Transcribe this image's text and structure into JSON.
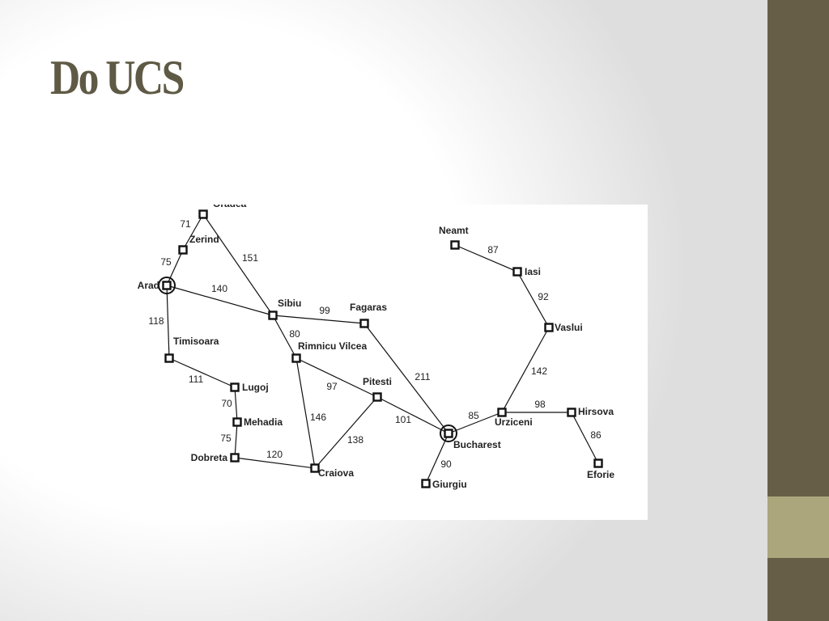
{
  "slide": {
    "title": "Do UCS"
  },
  "map": {
    "nodes": [
      {
        "id": "oradea",
        "label": "Oradea"
      },
      {
        "id": "zerind",
        "label": "Zerind"
      },
      {
        "id": "arad",
        "label": "Arad",
        "circled": true
      },
      {
        "id": "timisoara",
        "label": "Timisoara"
      },
      {
        "id": "lugoj",
        "label": "Lugoj"
      },
      {
        "id": "mehadia",
        "label": "Mehadia"
      },
      {
        "id": "dobreta",
        "label": "Dobreta"
      },
      {
        "id": "craiova",
        "label": "Craiova"
      },
      {
        "id": "sibiu",
        "label": "Sibiu"
      },
      {
        "id": "fagaras",
        "label": "Fagaras"
      },
      {
        "id": "rimnicu",
        "label": "Rimnicu Vilcea"
      },
      {
        "id": "pitesti",
        "label": "Pitesti"
      },
      {
        "id": "bucharest",
        "label": "Bucharest",
        "circled": true
      },
      {
        "id": "giurgiu",
        "label": "Giurgiu"
      },
      {
        "id": "urziceni",
        "label": "Urziceni"
      },
      {
        "id": "hirsova",
        "label": "Hirsova"
      },
      {
        "id": "eforie",
        "label": "Eforie"
      },
      {
        "id": "vaslui",
        "label": "Vaslui"
      },
      {
        "id": "iasi",
        "label": "Iasi"
      },
      {
        "id": "neamt",
        "label": "Neamt"
      }
    ],
    "edges": [
      {
        "from": "oradea",
        "to": "zerind",
        "cost": "71"
      },
      {
        "from": "zerind",
        "to": "arad",
        "cost": "75"
      },
      {
        "from": "oradea",
        "to": "sibiu",
        "cost": "151"
      },
      {
        "from": "arad",
        "to": "sibiu",
        "cost": "140"
      },
      {
        "from": "arad",
        "to": "timisoara",
        "cost": "118"
      },
      {
        "from": "timisoara",
        "to": "lugoj",
        "cost": "111"
      },
      {
        "from": "lugoj",
        "to": "mehadia",
        "cost": "70"
      },
      {
        "from": "mehadia",
        "to": "dobreta",
        "cost": "75"
      },
      {
        "from": "dobreta",
        "to": "craiova",
        "cost": "120"
      },
      {
        "from": "sibiu",
        "to": "fagaras",
        "cost": "99"
      },
      {
        "from": "sibiu",
        "to": "rimnicu",
        "cost": "80"
      },
      {
        "from": "rimnicu",
        "to": "pitesti",
        "cost": "97"
      },
      {
        "from": "rimnicu",
        "to": "craiova",
        "cost": "146"
      },
      {
        "from": "craiova",
        "to": "pitesti",
        "cost": "138"
      },
      {
        "from": "fagaras",
        "to": "bucharest",
        "cost": "211"
      },
      {
        "from": "pitesti",
        "to": "bucharest",
        "cost": "101"
      },
      {
        "from": "bucharest",
        "to": "giurgiu",
        "cost": "90"
      },
      {
        "from": "bucharest",
        "to": "urziceni",
        "cost": "85"
      },
      {
        "from": "urziceni",
        "to": "hirsova",
        "cost": "98"
      },
      {
        "from": "hirsova",
        "to": "eforie",
        "cost": "86"
      },
      {
        "from": "urziceni",
        "to": "vaslui",
        "cost": "142"
      },
      {
        "from": "vaslui",
        "to": "iasi",
        "cost": "92"
      },
      {
        "from": "iasi",
        "to": "neamt",
        "cost": "87"
      }
    ]
  }
}
